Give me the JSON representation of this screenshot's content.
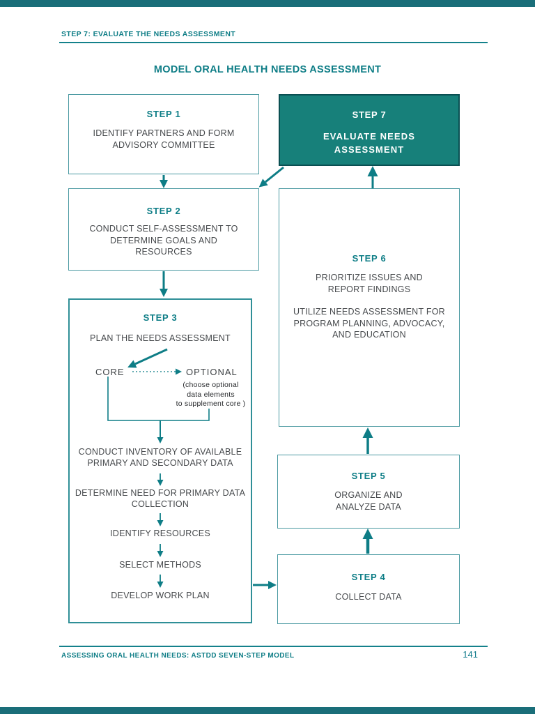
{
  "document": {
    "running_header": "STEP 7: EVALUATE THE NEEDS ASSESSMENT",
    "title": "MODEL ORAL HEALTH NEEDS ASSESSMENT",
    "footer_text": "ASSESSING ORAL HEALTH NEEDS: ASTDD SEVEN-STEP MODEL",
    "page_number": "141"
  },
  "colors": {
    "teal_accent": "#0E7D86",
    "step7_fill": "#17807A",
    "step7_border": "#0A4F52",
    "box_border": "#4A99A1",
    "step3_border": "#2F8F97",
    "edge_bar": "#1A6E79",
    "body_text": "#46494C",
    "step7_text": "#FFFFFF"
  },
  "flow": {
    "step1": {
      "title": "STEP 1",
      "lines": [
        "IDENTIFY PARTNERS AND FORM",
        "ADVISORY COMMITTEE"
      ]
    },
    "step7": {
      "title": "STEP 7",
      "lines": [
        "EVALUATE NEEDS",
        "ASSESSMENT"
      ]
    },
    "step2": {
      "title": "STEP 2",
      "lines": [
        "CONDUCT SELF-ASSESSMENT TO",
        "DETERMINE GOALS AND",
        "RESOURCES"
      ]
    },
    "step6": {
      "title": "STEP 6",
      "para1": [
        "PRIORITIZE ISSUES AND",
        "REPORT FINDINGS"
      ],
      "para2": [
        "UTILIZE NEEDS ASSESSMENT FOR",
        "PROGRAM PLANNING, ADVOCACY,",
        "AND EDUCATION"
      ]
    },
    "step3": {
      "title": "STEP 3",
      "subtitle": "PLAN THE NEEDS ASSESSMENT",
      "core": "CORE",
      "optional": "OPTIONAL",
      "optional_note": [
        "(choose optional",
        "data elements",
        "to supplement core )"
      ],
      "sequence": [
        [
          "CONDUCT INVENTORY OF AVAILABLE",
          "PRIMARY AND SECONDARY DATA"
        ],
        [
          "DETERMINE NEED FOR PRIMARY DATA",
          "COLLECTION"
        ],
        [
          "IDENTIFY RESOURCES"
        ],
        [
          "SELECT METHODS"
        ],
        [
          "DEVELOP WORK PLAN"
        ]
      ]
    },
    "step5": {
      "title": "STEP 5",
      "lines": [
        "ORGANIZE AND",
        "ANALYZE DATA"
      ]
    },
    "step4": {
      "title": "STEP 4",
      "lines": [
        "COLLECT DATA"
      ]
    }
  }
}
